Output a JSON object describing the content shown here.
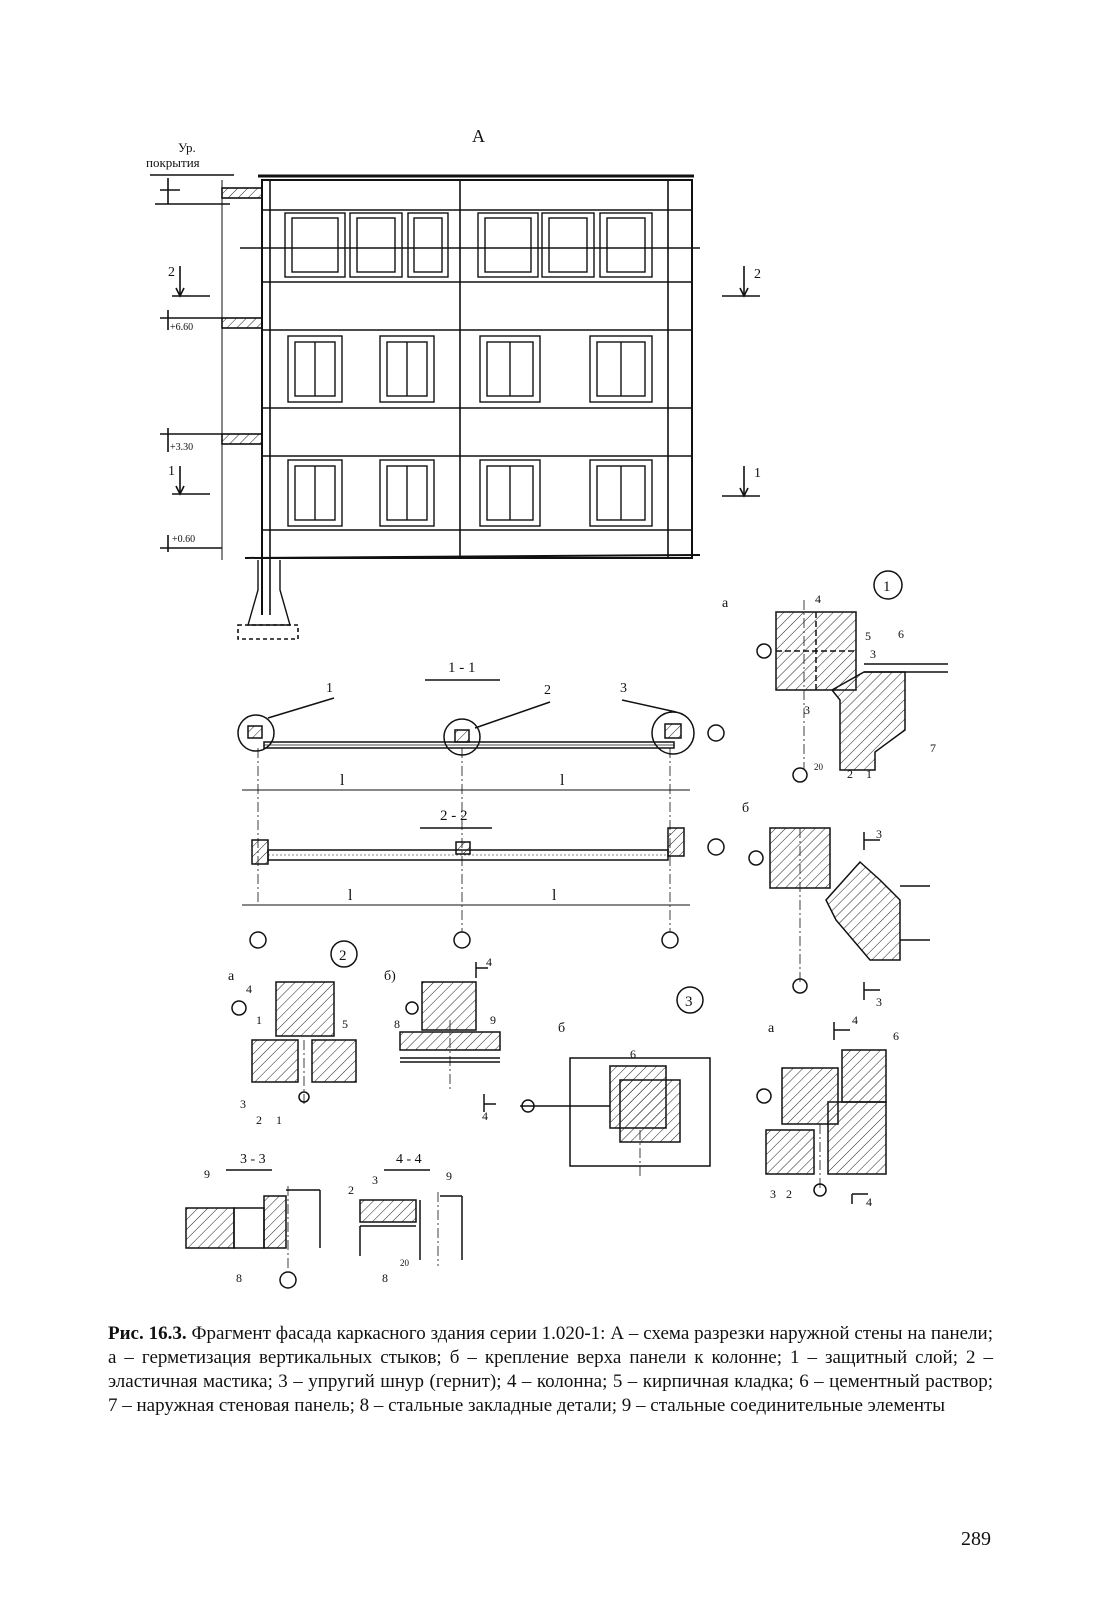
{
  "figure": {
    "facade_letter": "А",
    "roof_label_line1": "Ур.",
    "roof_label_line2": "покрытия",
    "level_1": "+6.60",
    "level_2": "+3.30",
    "level_3": "+0.60",
    "cut_1": "1",
    "cut_2": "2",
    "section_11": "1 - 1",
    "section_22": "2 - 2",
    "span": "l",
    "node_1": "1",
    "node_2": "2",
    "node_3": "3",
    "variant_a": "а",
    "variant_b": "б",
    "variant_b_paren": "б)",
    "section_33": "3 - 3",
    "section_44": "4 - 4",
    "dim_20": "20",
    "n1": "1",
    "n2": "2",
    "n3": "3",
    "n4": "4",
    "n5": "5",
    "n6": "6",
    "n7": "7",
    "n8": "8",
    "n9": "9"
  },
  "caption": {
    "label": "Рис. 16.3.",
    "text": " Фрагмент фасада каркасного здания серии 1.020-1: А – схема разрезки наружной стены на панели; а – герметизация вертикальных стыков; б – крепление верха панели к колонне; 1 – защитный слой; 2 – эластичная мастика; 3 – упругий шнур (гернит); 4 – колонна; 5 – кирпичная кладка; 6 – цементный раствор; 7 – наружная стеновая панель; 8 – стальные закладные детали; 9 – стальные соединительные элементы"
  },
  "page_number": "289"
}
